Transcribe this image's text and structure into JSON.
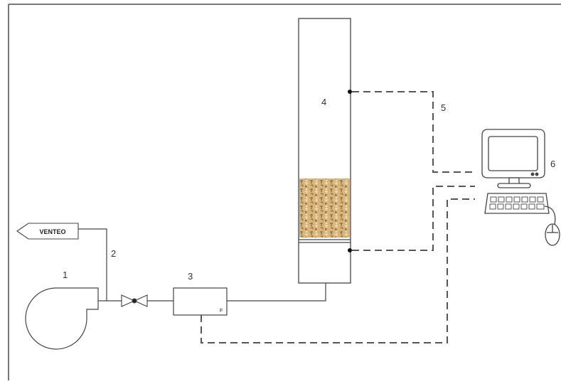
{
  "labels": {
    "blower": "1",
    "pipe": "2",
    "flowmeter": "3",
    "column": "4",
    "signal": "5",
    "computer": "6"
  },
  "vent_label": "VENTEO",
  "flowmeter_mark": "F",
  "colors": {
    "line": "#555555",
    "dash": "#555555",
    "frame": "#777777",
    "packing": "#c9a46a"
  }
}
